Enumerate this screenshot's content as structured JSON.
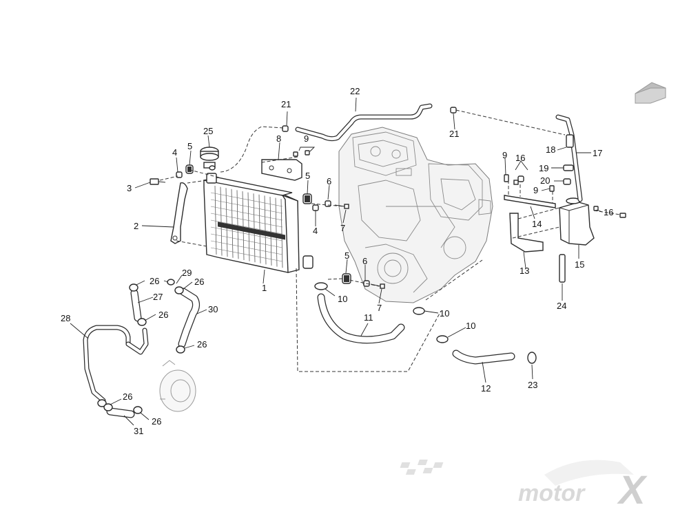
{
  "labels": [
    {
      "id": "1",
      "text": "1"
    },
    {
      "id": "2",
      "text": "2"
    },
    {
      "id": "3",
      "text": "3"
    },
    {
      "id": "4a",
      "text": "4"
    },
    {
      "id": "4b",
      "text": "4"
    },
    {
      "id": "5a",
      "text": "5"
    },
    {
      "id": "5b",
      "text": "5"
    },
    {
      "id": "5c",
      "text": "5"
    },
    {
      "id": "6a",
      "text": "6"
    },
    {
      "id": "6b",
      "text": "6"
    },
    {
      "id": "7a",
      "text": "7"
    },
    {
      "id": "7b",
      "text": "7"
    },
    {
      "id": "8",
      "text": "8"
    },
    {
      "id": "9a",
      "text": "9"
    },
    {
      "id": "9b",
      "text": "9"
    },
    {
      "id": "9c",
      "text": "9"
    },
    {
      "id": "10a",
      "text": "10"
    },
    {
      "id": "10b",
      "text": "10"
    },
    {
      "id": "10c",
      "text": "10"
    },
    {
      "id": "11",
      "text": "11"
    },
    {
      "id": "12",
      "text": "12"
    },
    {
      "id": "13",
      "text": "13"
    },
    {
      "id": "14",
      "text": "14"
    },
    {
      "id": "15",
      "text": "15"
    },
    {
      "id": "16a",
      "text": "16"
    },
    {
      "id": "16b",
      "text": "16"
    },
    {
      "id": "17",
      "text": "17"
    },
    {
      "id": "18",
      "text": "18"
    },
    {
      "id": "19",
      "text": "19"
    },
    {
      "id": "20",
      "text": "20"
    },
    {
      "id": "21a",
      "text": "21"
    },
    {
      "id": "21b",
      "text": "21"
    },
    {
      "id": "22",
      "text": "22"
    },
    {
      "id": "23",
      "text": "23"
    },
    {
      "id": "24",
      "text": "24"
    },
    {
      "id": "25",
      "text": "25"
    },
    {
      "id": "26a",
      "text": "26"
    },
    {
      "id": "26b",
      "text": "26"
    },
    {
      "id": "26c",
      "text": "26"
    },
    {
      "id": "26d",
      "text": "26"
    },
    {
      "id": "26e",
      "text": "26"
    },
    {
      "id": "26f",
      "text": "26"
    },
    {
      "id": "27",
      "text": "27"
    },
    {
      "id": "28",
      "text": "28"
    },
    {
      "id": "29",
      "text": "29"
    },
    {
      "id": "30",
      "text": "30"
    },
    {
      "id": "31",
      "text": "31"
    }
  ],
  "logo": {
    "text": "motor",
    "mark": "X"
  },
  "colors": {
    "ink": "#2b2b2b",
    "engine": "#f3f3f3",
    "logo": "#cfcfcf",
    "arrow": "#bdbdbd"
  }
}
